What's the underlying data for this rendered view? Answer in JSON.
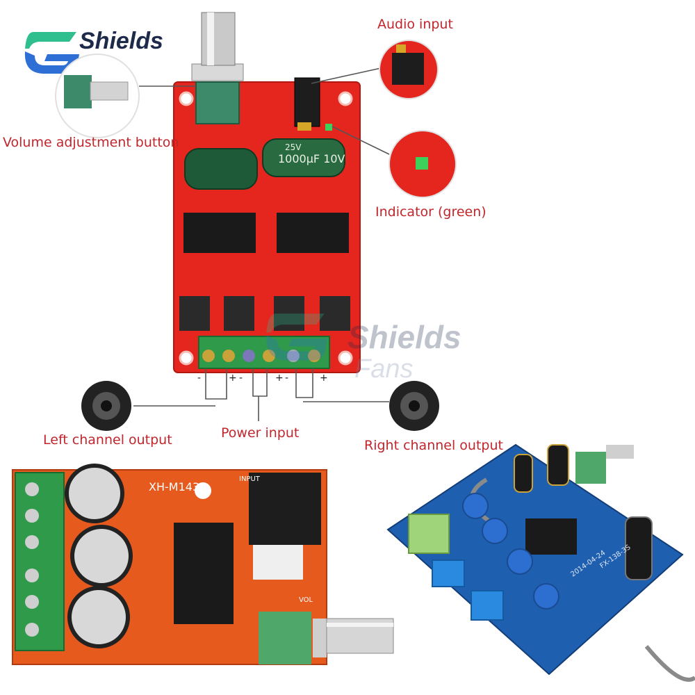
{
  "brand": {
    "name": "Shields",
    "sub": "Fans"
  },
  "labels": {
    "audio_input": "Audio input",
    "volume": "Volume adjustment button",
    "indicator": "Indicator (green)",
    "left_out": "Left channel output",
    "power_in": "Power input",
    "right_out": "Right channel output"
  },
  "board": {
    "cap_text": "1000μF 10V",
    "cap_text2": "25V",
    "polarity": [
      "-",
      "+",
      "-",
      "+",
      "-",
      "+"
    ]
  },
  "board2": {
    "model": "XH-M143",
    "input": "INPUT",
    "vol": "VOL"
  },
  "board3": {
    "model": "FX-138-3S",
    "date": "2014-04-24"
  },
  "colors": {
    "label": "#c0262c",
    "pcb_red": "#e5261f",
    "pcb_orange": "#e65a1e",
    "pcb_blue": "#1f5fb0",
    "terminal": "#2f9a4a"
  }
}
